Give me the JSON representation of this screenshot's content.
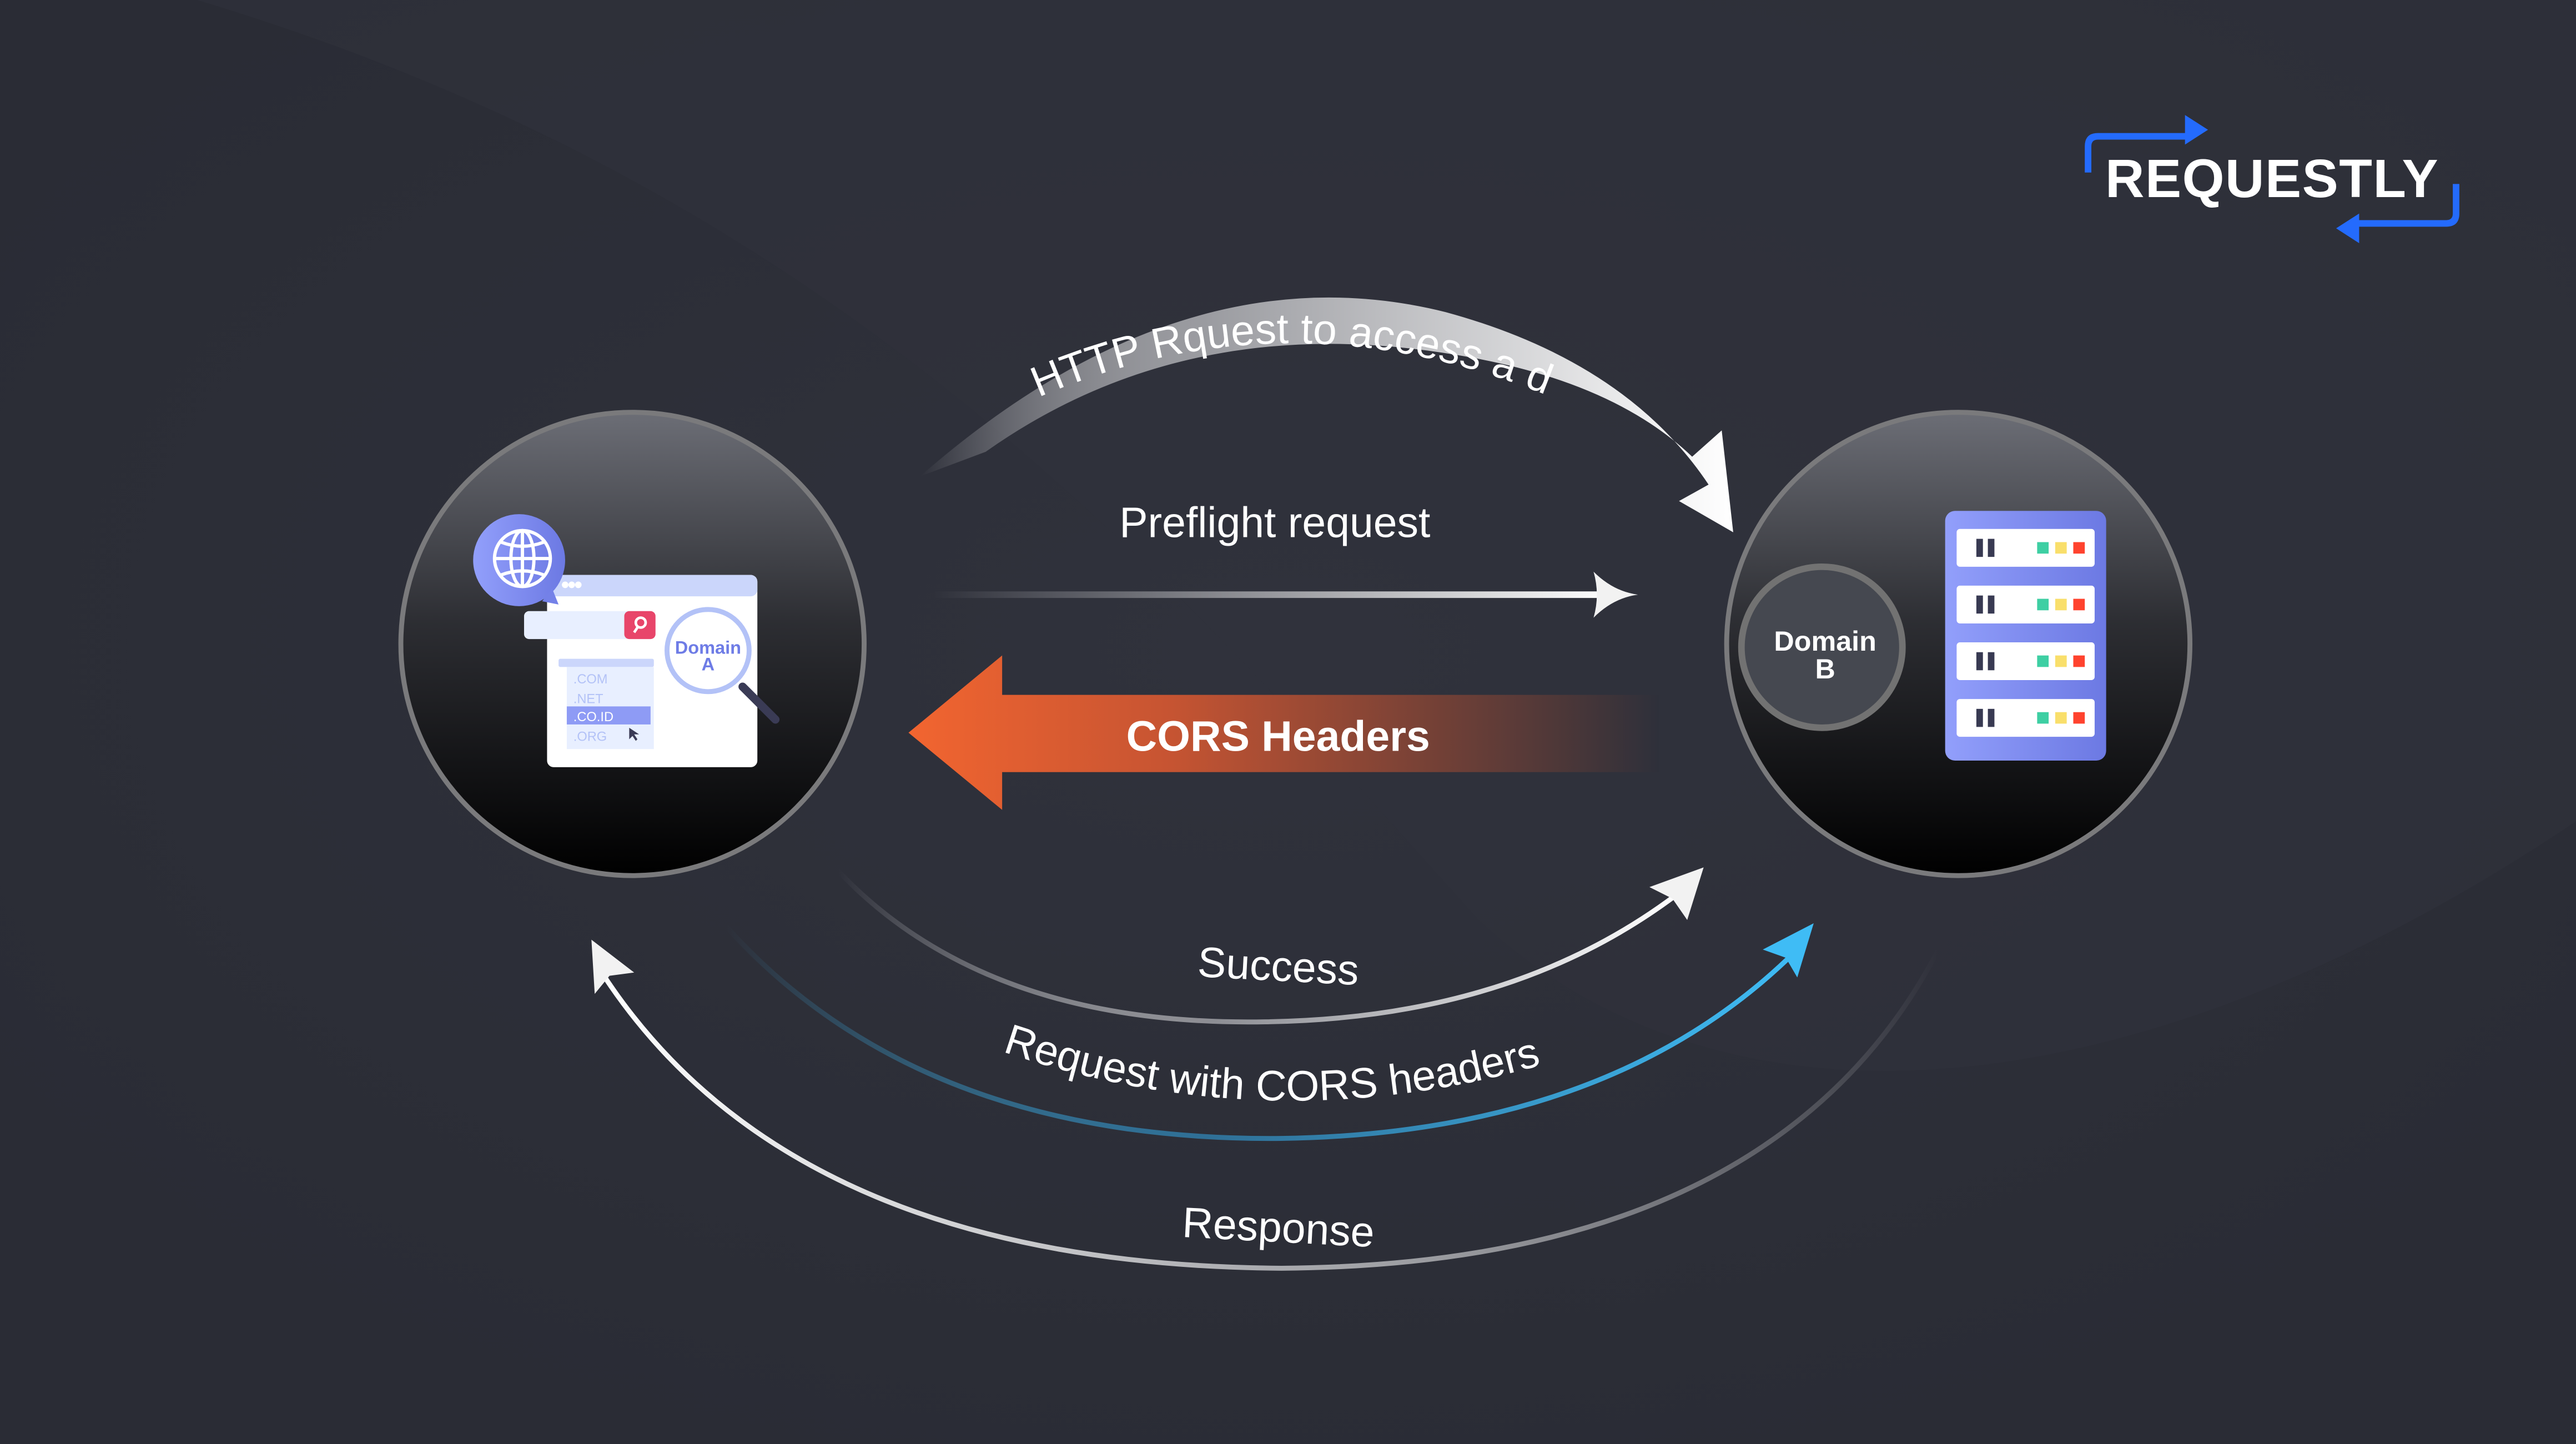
{
  "brand": {
    "name": "REQUESTLY",
    "accent_color": "#246bfd"
  },
  "colors": {
    "background": "#2e303a",
    "cors_arrow": "#f26530",
    "request_with_cors_arrow": "#3fbcf5",
    "server_rack": "#7b88ea",
    "led_green": "#3ecfa3",
    "led_yellow": "#f9df6b",
    "led_red": "#ff432e",
    "search_button": "#e8456a"
  },
  "client": {
    "label_line1": "Domain",
    "label_line2": "A",
    "search_placeholder": "",
    "domain_options": [
      ".COM",
      ".NET",
      ".CO.ID",
      ".ORG"
    ],
    "selected_option": ".CO.ID",
    "icons": [
      "globe-icon",
      "search-icon",
      "magnifier-icon",
      "cursor-icon"
    ]
  },
  "server": {
    "label_line1": "Domain",
    "label_line2": "B",
    "rack_units": 4
  },
  "flows": {
    "http_request": "HTTP Rquest to access a data",
    "preflight": "Preflight request",
    "cors_headers": "CORS Headers",
    "success": "Success",
    "request_with_cors": "Request with CORS headers",
    "response": "Response"
  }
}
